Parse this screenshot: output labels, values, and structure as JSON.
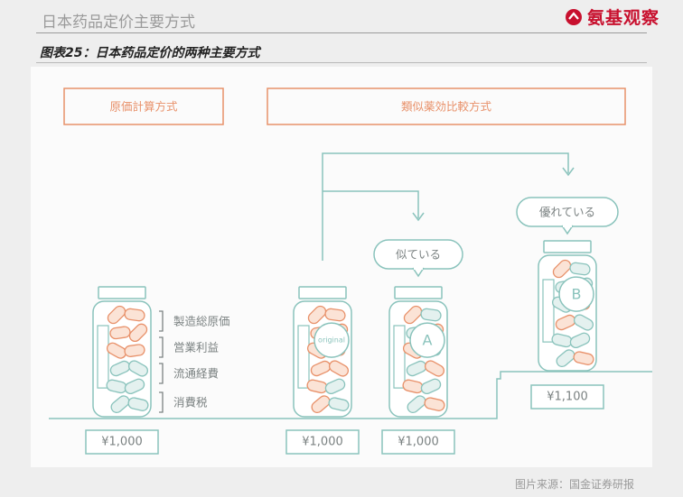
{
  "header": {
    "slide_title": "日本药品定价主要方式",
    "logo_text": "氨基观察"
  },
  "figure": {
    "title": "图表25：日本药品定价的两种主要方式",
    "source": "图片来源：国金证券研报"
  },
  "diagram": {
    "methods": [
      "原価計算方式",
      "類似薬効比較方式"
    ],
    "cost_components": [
      "製造総原価",
      "営業利益",
      "流通経費",
      "消費税"
    ],
    "bottles": [
      {
        "id": "cost",
        "price": "¥1,000"
      },
      {
        "id": "original",
        "label": "original",
        "price": "¥1,000"
      },
      {
        "id": "A",
        "label": "A",
        "price": "¥1,000"
      },
      {
        "id": "B",
        "label": "B",
        "price": "¥1,100"
      }
    ],
    "bubbles": {
      "similar": "似ている",
      "superior": "優れている"
    }
  },
  "colors": {
    "orange": "#e8916a",
    "teal": "#8ac3bc",
    "gray": "#7b8282",
    "logo_red": "#c8102e"
  }
}
